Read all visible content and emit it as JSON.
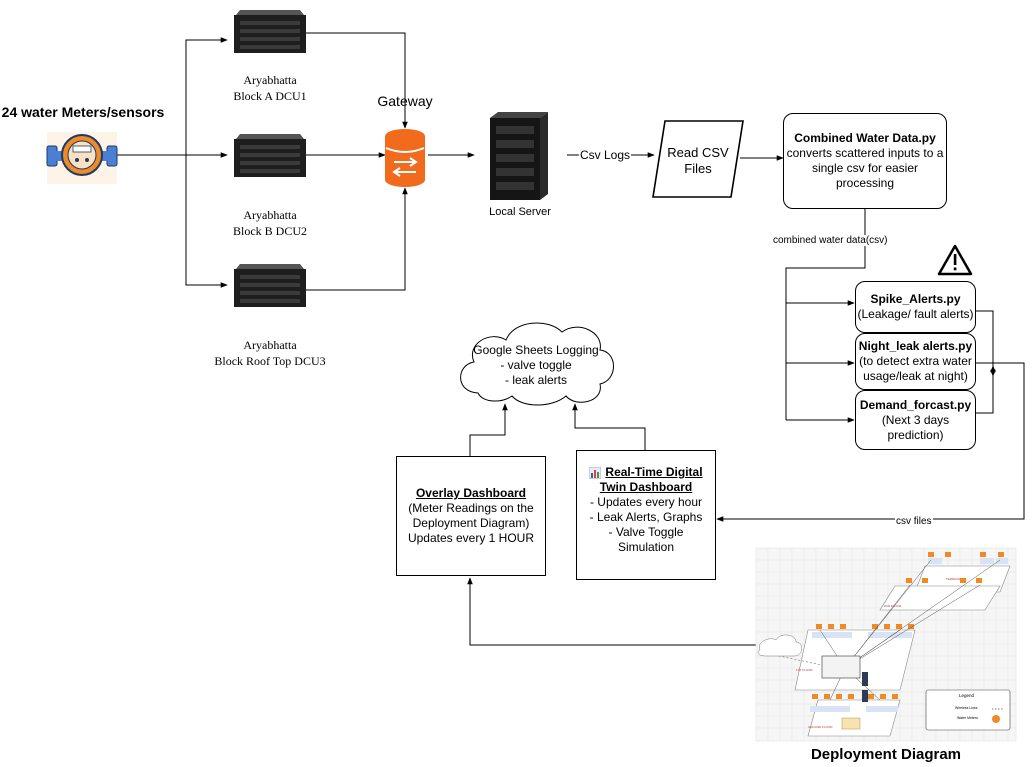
{
  "sensors": {
    "label": "24 water Meters/sensors"
  },
  "dcus": [
    {
      "line1": "Aryabhatta",
      "line2": "Block A DCU1"
    },
    {
      "line1": "Aryabhatta",
      "line2": "Block B DCU2"
    },
    {
      "line1": "Aryabhatta",
      "line2": "Block Roof Top DCU3"
    }
  ],
  "gateway": {
    "label": "Gateway"
  },
  "server": {
    "label": "Local Server"
  },
  "edges": {
    "csv_logs": "Csv Logs",
    "combined_csv": "combined water data(csv)",
    "csv_files": "csv files"
  },
  "read_csv": {
    "line1": "Read CSV",
    "line2": "Files"
  },
  "combined": {
    "title": "Combined Water Data.py",
    "line1": "converts scattered inputs to a",
    "line2": "single csv for easier",
    "line3": "processing"
  },
  "warning": {
    "icon": "warning-triangle-icon"
  },
  "spike": {
    "title": "Spike_Alerts.py",
    "line1": "(Leakage/ fault alerts)"
  },
  "night": {
    "title": "Night_leak alerts.py",
    "line1": "(to detect extra water",
    "line2": "usage/leak at night)"
  },
  "demand": {
    "title": "Demand_forcast.py",
    "line1": "(Next 3 days",
    "line2": "prediction)"
  },
  "cloud": {
    "title": "Google Sheets Logging",
    "line1": "- valve toggle",
    "line2": "- leak alerts"
  },
  "overlay": {
    "title": "Overlay Dashboard",
    "line1": "(Meter Readings on the",
    "line2": "Deployment Diagram)",
    "line3": "Updates every 1 HOUR"
  },
  "twin": {
    "icon": "bar-chart-icon",
    "title1": "Real-Time Digital",
    "title2": "Twin Dashboard",
    "line1": "- Updates every hour",
    "line2": "- Leak Alerts, Graphs",
    "line3": "- Valve Toggle",
    "line4": "Simulation"
  },
  "deployment": {
    "caption": "Deployment Diagram",
    "legend_title": "Legend",
    "legend_wireless": "Wireless Links",
    "legend_meters": "Water Meters",
    "floor_top": "TERRACE",
    "floor_2": "2ND FLOOR",
    "floor_1": "1ST FLOOR",
    "floor_g": "GROUND FLOOR"
  },
  "colors": {
    "meter": "#f08a24",
    "gateway": "#f26b1d",
    "line": "#000000"
  }
}
